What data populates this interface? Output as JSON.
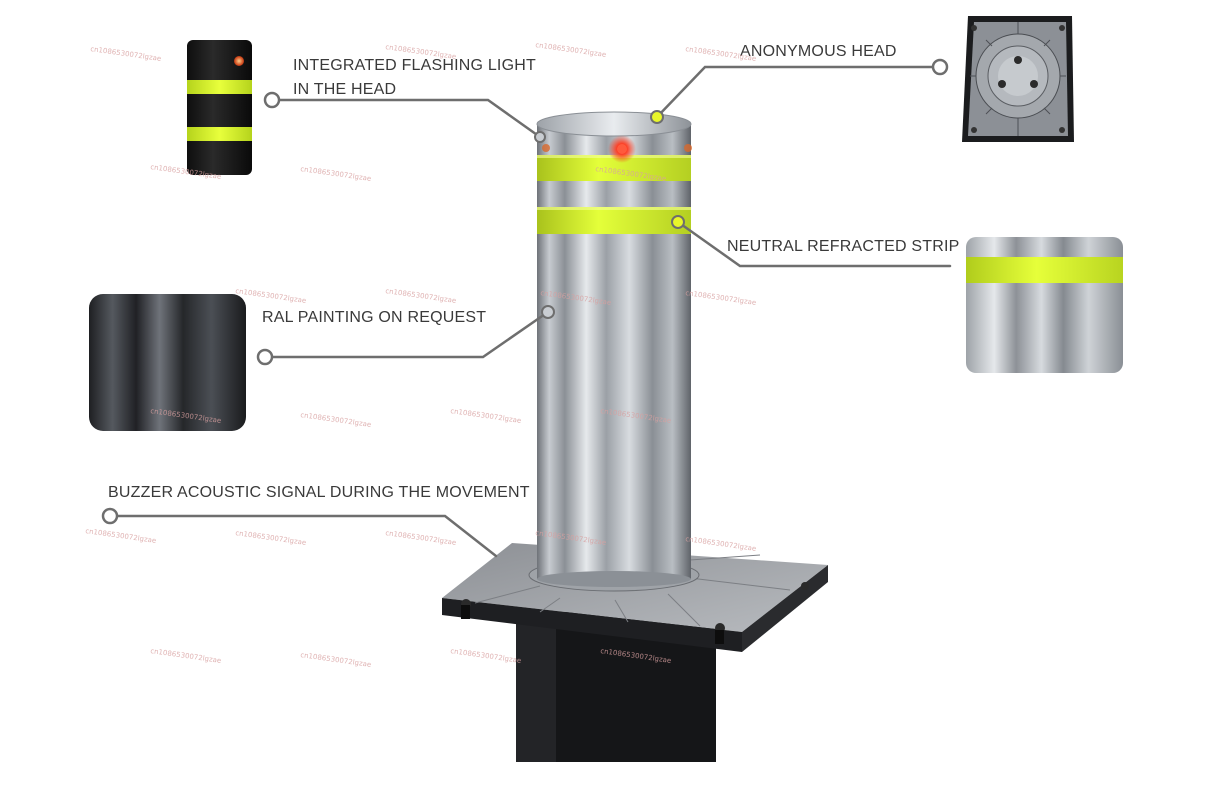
{
  "callouts": {
    "flashing_light_line1": "INTEGRATED FLASHING LIGHT",
    "flashing_light_line2": "IN THE HEAD",
    "anonymous_head": "ANONYMOUS HEAD",
    "refracted_strip": "NEUTRAL REFRACTED STRIP",
    "ral_painting": "RAL PAINTING ON REQUEST",
    "buzzer": "BUZZER ACOUSTIC SIGNAL DURING THE MOVEMENT"
  },
  "colors": {
    "reflective_strip": "#d6f52a",
    "light": "#ff2a1a",
    "leader": "#6e6e6e"
  },
  "watermark": "cn1086530072lgzae"
}
